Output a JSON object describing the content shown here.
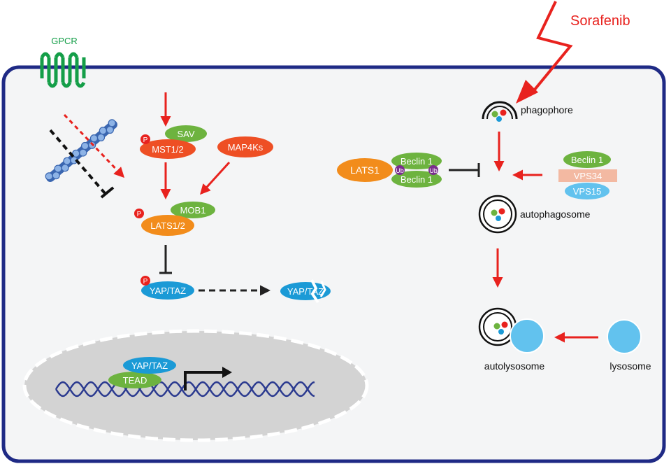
{
  "labels": {
    "gpcr": "GPCR",
    "sorafenib": "Sorafenib",
    "phagophore": "phagophore",
    "autophagosome": "autophagosome",
    "autolysosome": "autolysosome",
    "lysosome": "lysosome"
  },
  "hippo": {
    "p": "P",
    "sav": "SAV",
    "mst": "MST1/2",
    "map4ks": "MAP4Ks",
    "mob1": "MOB1",
    "lats12": "LATS1/2",
    "yaptaz": "YAP/TAZ",
    "yaptaz_degraded": "YAP/TAZ"
  },
  "nucleus": {
    "yaptaz": "YAP/TAZ",
    "tead": "TEAD"
  },
  "autophagy": {
    "lats1": "LATS1",
    "beclin_top": "Beclin 1",
    "beclin_bottom": "Beclin 1",
    "ub": "Ub",
    "complex_beclin": "Beclin 1",
    "vps34": "VPS34",
    "vps15": "VPS15"
  },
  "colors": {
    "cell_border": "#1f2a85",
    "cell_fill": "#f4f5f6",
    "red_arrow": "#e8221e",
    "orange": "#f28c1b",
    "red_orange": "#ee4f24",
    "green": "#6db33f",
    "blue": "#1b9ad6",
    "light_blue": "#62c2ee",
    "salmon": "#f3b9a2",
    "purple": "#7b2f8e",
    "gpcr_green": "#149e48",
    "nucleus_gray": "#d3d3d3",
    "dna_blue": "#2b3a8f"
  }
}
